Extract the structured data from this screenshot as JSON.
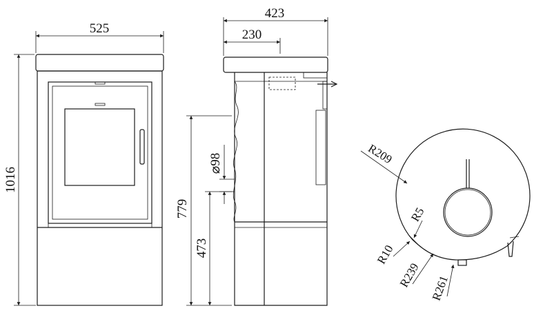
{
  "front_view": {
    "width_label": "525",
    "height_label": "1016"
  },
  "side_view": {
    "depth_label": "423",
    "outlet_offset_label": "230",
    "outlet_diameter_label": "⌀98",
    "outlet_height_label": "779",
    "inlet_height_label": "473"
  },
  "top_view": {
    "radius_labels": {
      "r209": "R209",
      "r5": "R5",
      "r10": "R10",
      "r239": "R239",
      "r261": "R261"
    }
  },
  "colors": {
    "line": "#1a1a1a",
    "background": "#ffffff"
  }
}
